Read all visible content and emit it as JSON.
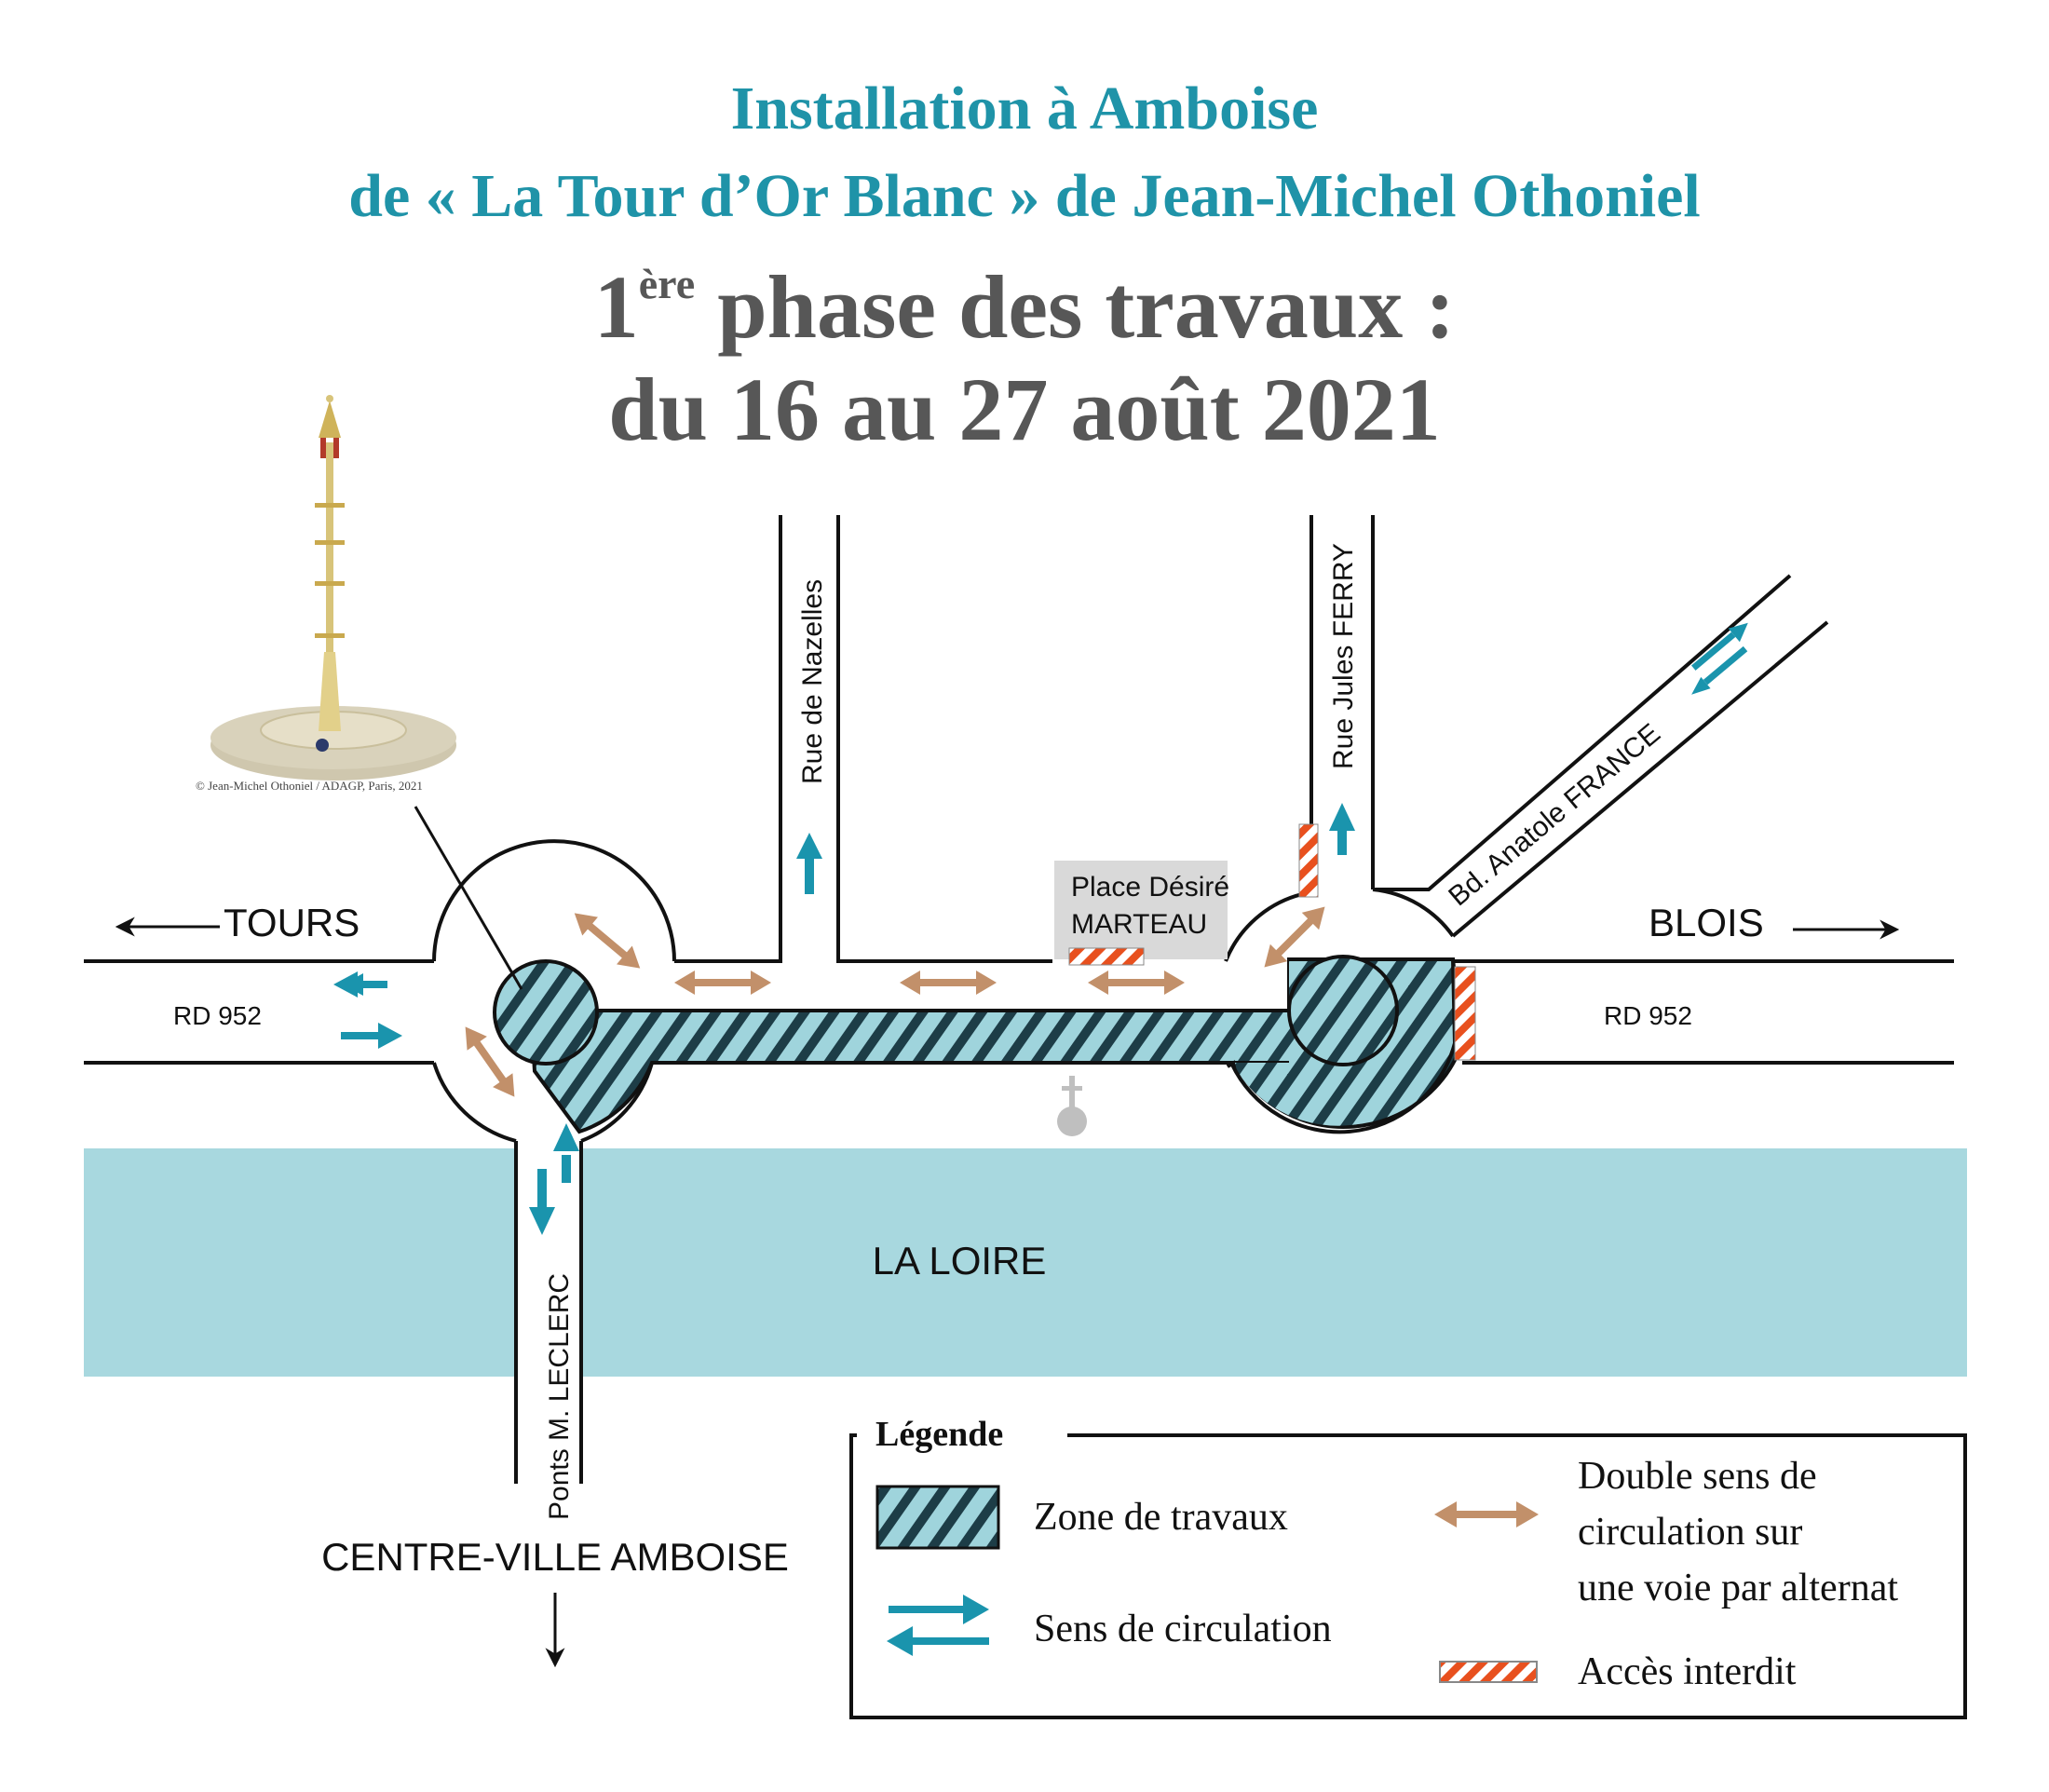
{
  "header": {
    "line1": "Installation à Amboise",
    "line2": "de « La Tour d’Or Blanc » de Jean-Michel Othoniel",
    "phase_prefix": "1",
    "phase_sup": "ère",
    "phase_rest": " phase des travaux :",
    "dates": "du 16 au 27 août 2021"
  },
  "illustration": {
    "credit": "© Jean-Michel Othoniel / ADAGP, Paris, 2021"
  },
  "map": {
    "directions": {
      "west": "TOURS",
      "east": "BLOIS",
      "south": "CENTRE-VILLE AMBOISE"
    },
    "roads": {
      "rd_west": "RD 952",
      "rd_east": "RD 952",
      "nazelles": "Rue de Nazelles",
      "ferry": "Rue Jules FERRY",
      "anatole": "Bd. Anatole FRANCE",
      "leclerc": "Ponts M. LECLERC"
    },
    "place_line1": "Place Désiré",
    "place_line2": "MARTEAU",
    "river": "LA LOIRE"
  },
  "legend": {
    "title": "Légende",
    "items": {
      "works": "Zone de travaux",
      "traffic": "Sens de circulation",
      "alternate_line1": "Double sens de",
      "alternate_line2": "circulation sur",
      "alternate_line3": "une voie par alternat",
      "no_access": "Accès interdit"
    }
  },
  "colors": {
    "teal_title": "#1f93a8",
    "grey_title": "#575757",
    "river": "#a8d8df",
    "works_fill": "#9fd4dc",
    "works_stripe": "#1d3d47",
    "arrow_teal": "#1a94ad",
    "arrow_brown": "#c2906a",
    "barrier_red": "#e8501e"
  }
}
